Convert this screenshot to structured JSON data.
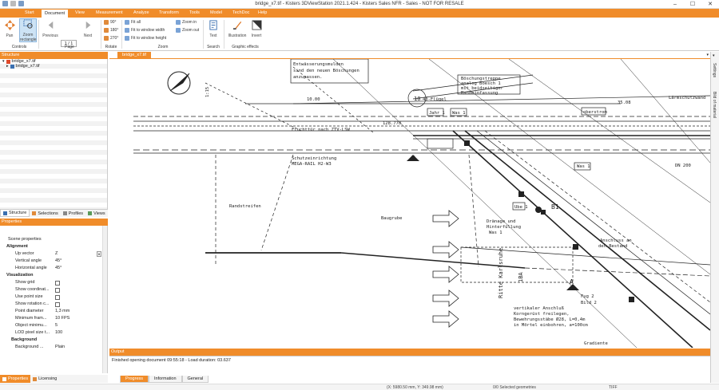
{
  "window": {
    "title": "bridge_x7.tif - Kisters 3DViewStation 2021.1.424 - Kisters Sales NFR - Sales - NOT FOR RESALE",
    "min": "–",
    "max": "☐",
    "close": "✕"
  },
  "ribbon_tabs": [
    "Start",
    "Document",
    "View",
    "Measurement",
    "Analyze",
    "Transform",
    "Tools",
    "Model",
    "TechDoc",
    "Help"
  ],
  "ribbon": {
    "pan": "Pan",
    "zoom_rect": "Zoom rectangle",
    "previous": "Previous",
    "next": "Next",
    "page_value": "1 / 1",
    "rot90": "90°",
    "rot180": "180°",
    "rot270": "270°",
    "fit_all": "Fit all",
    "fit_width": "Fit to window width",
    "fit_height": "Fit to window height",
    "zoom_in": "Zoom in",
    "zoom_out": "Zoom out",
    "text": "Text",
    "illustration": "Illustration",
    "invert": "Invert",
    "groups": {
      "controls": "Controls",
      "page": "Page",
      "rotate": "Rotate",
      "zoom": "Zoom",
      "search": "Search",
      "graphic": "Graphic effects"
    }
  },
  "structure": {
    "title": "Structure",
    "items": [
      "bridge_x7.tif",
      "bridge_x7.tif"
    ]
  },
  "panel_tabs": [
    "Structure",
    "Selections",
    "Profiles",
    "Views"
  ],
  "properties": {
    "title": "Properties",
    "scene": "Scene properties",
    "alignment": "Alignment",
    "rows_align": [
      {
        "label": "Up vector",
        "value": "Z"
      },
      {
        "label": "Vertical angle",
        "value": "45°"
      },
      {
        "label": "Horizontal angle",
        "value": "45°"
      }
    ],
    "visualization": "Visualization",
    "rows_vis": [
      {
        "label": "Show grid",
        "check": true
      },
      {
        "label": "Show coordinat...",
        "check": true
      },
      {
        "label": "Use point size",
        "check": true
      },
      {
        "label": "Show rotation c...",
        "check": true
      },
      {
        "label": "Point diameter",
        "value": "1,3 mm"
      },
      {
        "label": "Minimum fram...",
        "value": "10 FPS"
      },
      {
        "label": "Object minimu...",
        "value": "5"
      },
      {
        "label": "LOD pixel size t...",
        "value": "100"
      }
    ],
    "background": "Background",
    "bg_row": {
      "label": "Background ...",
      "value": "Plain"
    }
  },
  "bottom_tabs": [
    "Properties",
    "Licensing"
  ],
  "doc_tab": "bridge_x7.tif",
  "drawing_texts": {
    "t1": "Entwässerungsmulden",
    "t2": "sind den neuen Böschungen",
    "t3": "anzupassen.",
    "circle": "10",
    "flugel": "40-Flügel",
    "bosch1": "Böschungstreppe",
    "bosch2": "analog Boesch 1",
    "bosch3": "mit beidseitiger",
    "bosch4": "Randeinfassung",
    "oberstrom": "oberstrom",
    "laerm": "Lärmschutzwand",
    "dim1": "10.00",
    "dim2": "35.08",
    "dim3": "128.770",
    "jahr": "Jahr 1",
    "was": "Was 1",
    "flucht": "Fluchttür nach ZTV-LSW",
    "schutz1": "Schutzeinrichtung",
    "schutz2": "MEGA-RAIL H2-W3",
    "randstreifen": "Randstreifen",
    "baugrube": "Baugrube",
    "ube": "Ube 1",
    "drain1": "Dränage und",
    "drain2": "Hinterfüllung",
    "drain3": "Was 1",
    "b1": "B1",
    "anschluss1": "Anschluss an",
    "anschluss2": "den Bestand",
    "ritter": "Ritte Karlsruhe",
    "aba": "1BA",
    "pfeilA": "A",
    "vert1": "vertikaler Anschluß",
    "vert2": "Korngerüst freilegen,",
    "vert3": "Bewehrungsstäbe Ø28, L=0,4m",
    "vert4": "in Mörtel einbohren, a=100cm",
    "gradiente": "Gradiente",
    "dn": "DN 200",
    "bt": "B",
    "was1b": "Was 1",
    "fug": "Fug 2",
    "bild": "Bild 2",
    "v": "1:15"
  },
  "output": {
    "title": "Output",
    "message": "Finished opening document 09:55:18 - Load duration: 03.637"
  },
  "output_tabs": [
    "Progress",
    "Information",
    "General"
  ],
  "right_tabs": [
    "Settings",
    "Bild of material"
  ],
  "status": {
    "coords": "(X: 5980.50 mm, Y: 349.98 mm)",
    "selected": "0/0 Selected geometries",
    "format": "TIFF"
  }
}
